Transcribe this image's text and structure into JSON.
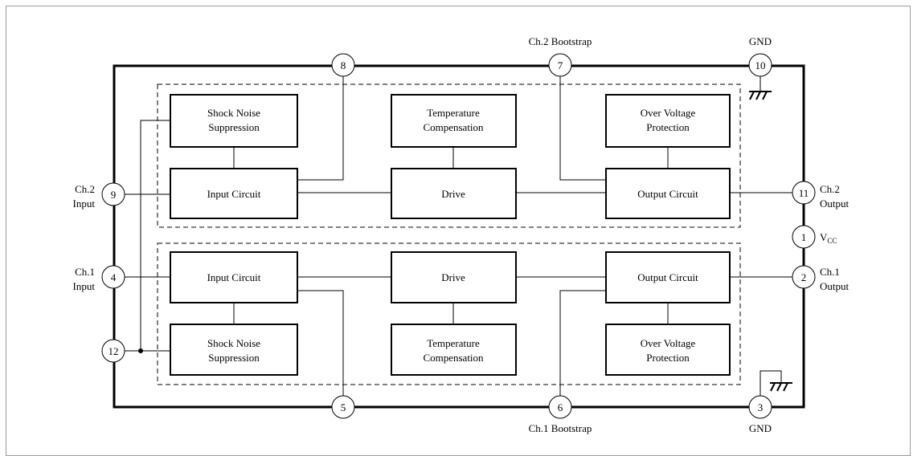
{
  "blocks": {
    "ch2_shock": {
      "line1": "Shock  Noise",
      "line2": "Suppression"
    },
    "ch2_temp": {
      "line1": "Temperature",
      "line2": "Compensation"
    },
    "ch2_ovp": {
      "line1": "Over Voltage",
      "line2": "Protection"
    },
    "ch2_input": "Input  Circuit",
    "ch2_drive": "Drive",
    "ch2_output": "Output  Circuit",
    "ch1_input": "Input  Circuit",
    "ch1_drive": "Drive",
    "ch1_output": "Output  Circuit",
    "ch1_shock": {
      "line1": "Shock  Noise",
      "line2": "Suppression"
    },
    "ch1_temp": {
      "line1": "Temperature",
      "line2": "Compensation"
    },
    "ch1_ovp": {
      "line1": "Over Voltage",
      "line2": "Protection"
    }
  },
  "pins": {
    "p1": "1",
    "p2": "2",
    "p3": "3",
    "p4": "4",
    "p5": "5",
    "p6": "6",
    "p7": "7",
    "p8": "8",
    "p9": "9",
    "p10": "10",
    "p11": "11",
    "p12": "12"
  },
  "labels": {
    "ch2_bootstrap": "Ch.2  Bootstrap",
    "gnd_top": "GND",
    "ch2_input": {
      "line1": "Ch.2",
      "line2": "Input"
    },
    "ch2_output": {
      "line1": "Ch.2",
      "line2": "Output"
    },
    "vcc_main": "V",
    "vcc_sub": "CC",
    "ch1_input": {
      "line1": "Ch.1",
      "line2": "Input"
    },
    "ch1_output": {
      "line1": "Ch.1",
      "line2": "Output"
    },
    "ch1_bootstrap": "Ch.1  Bootstrap",
    "gnd_bottom": "GND"
  }
}
